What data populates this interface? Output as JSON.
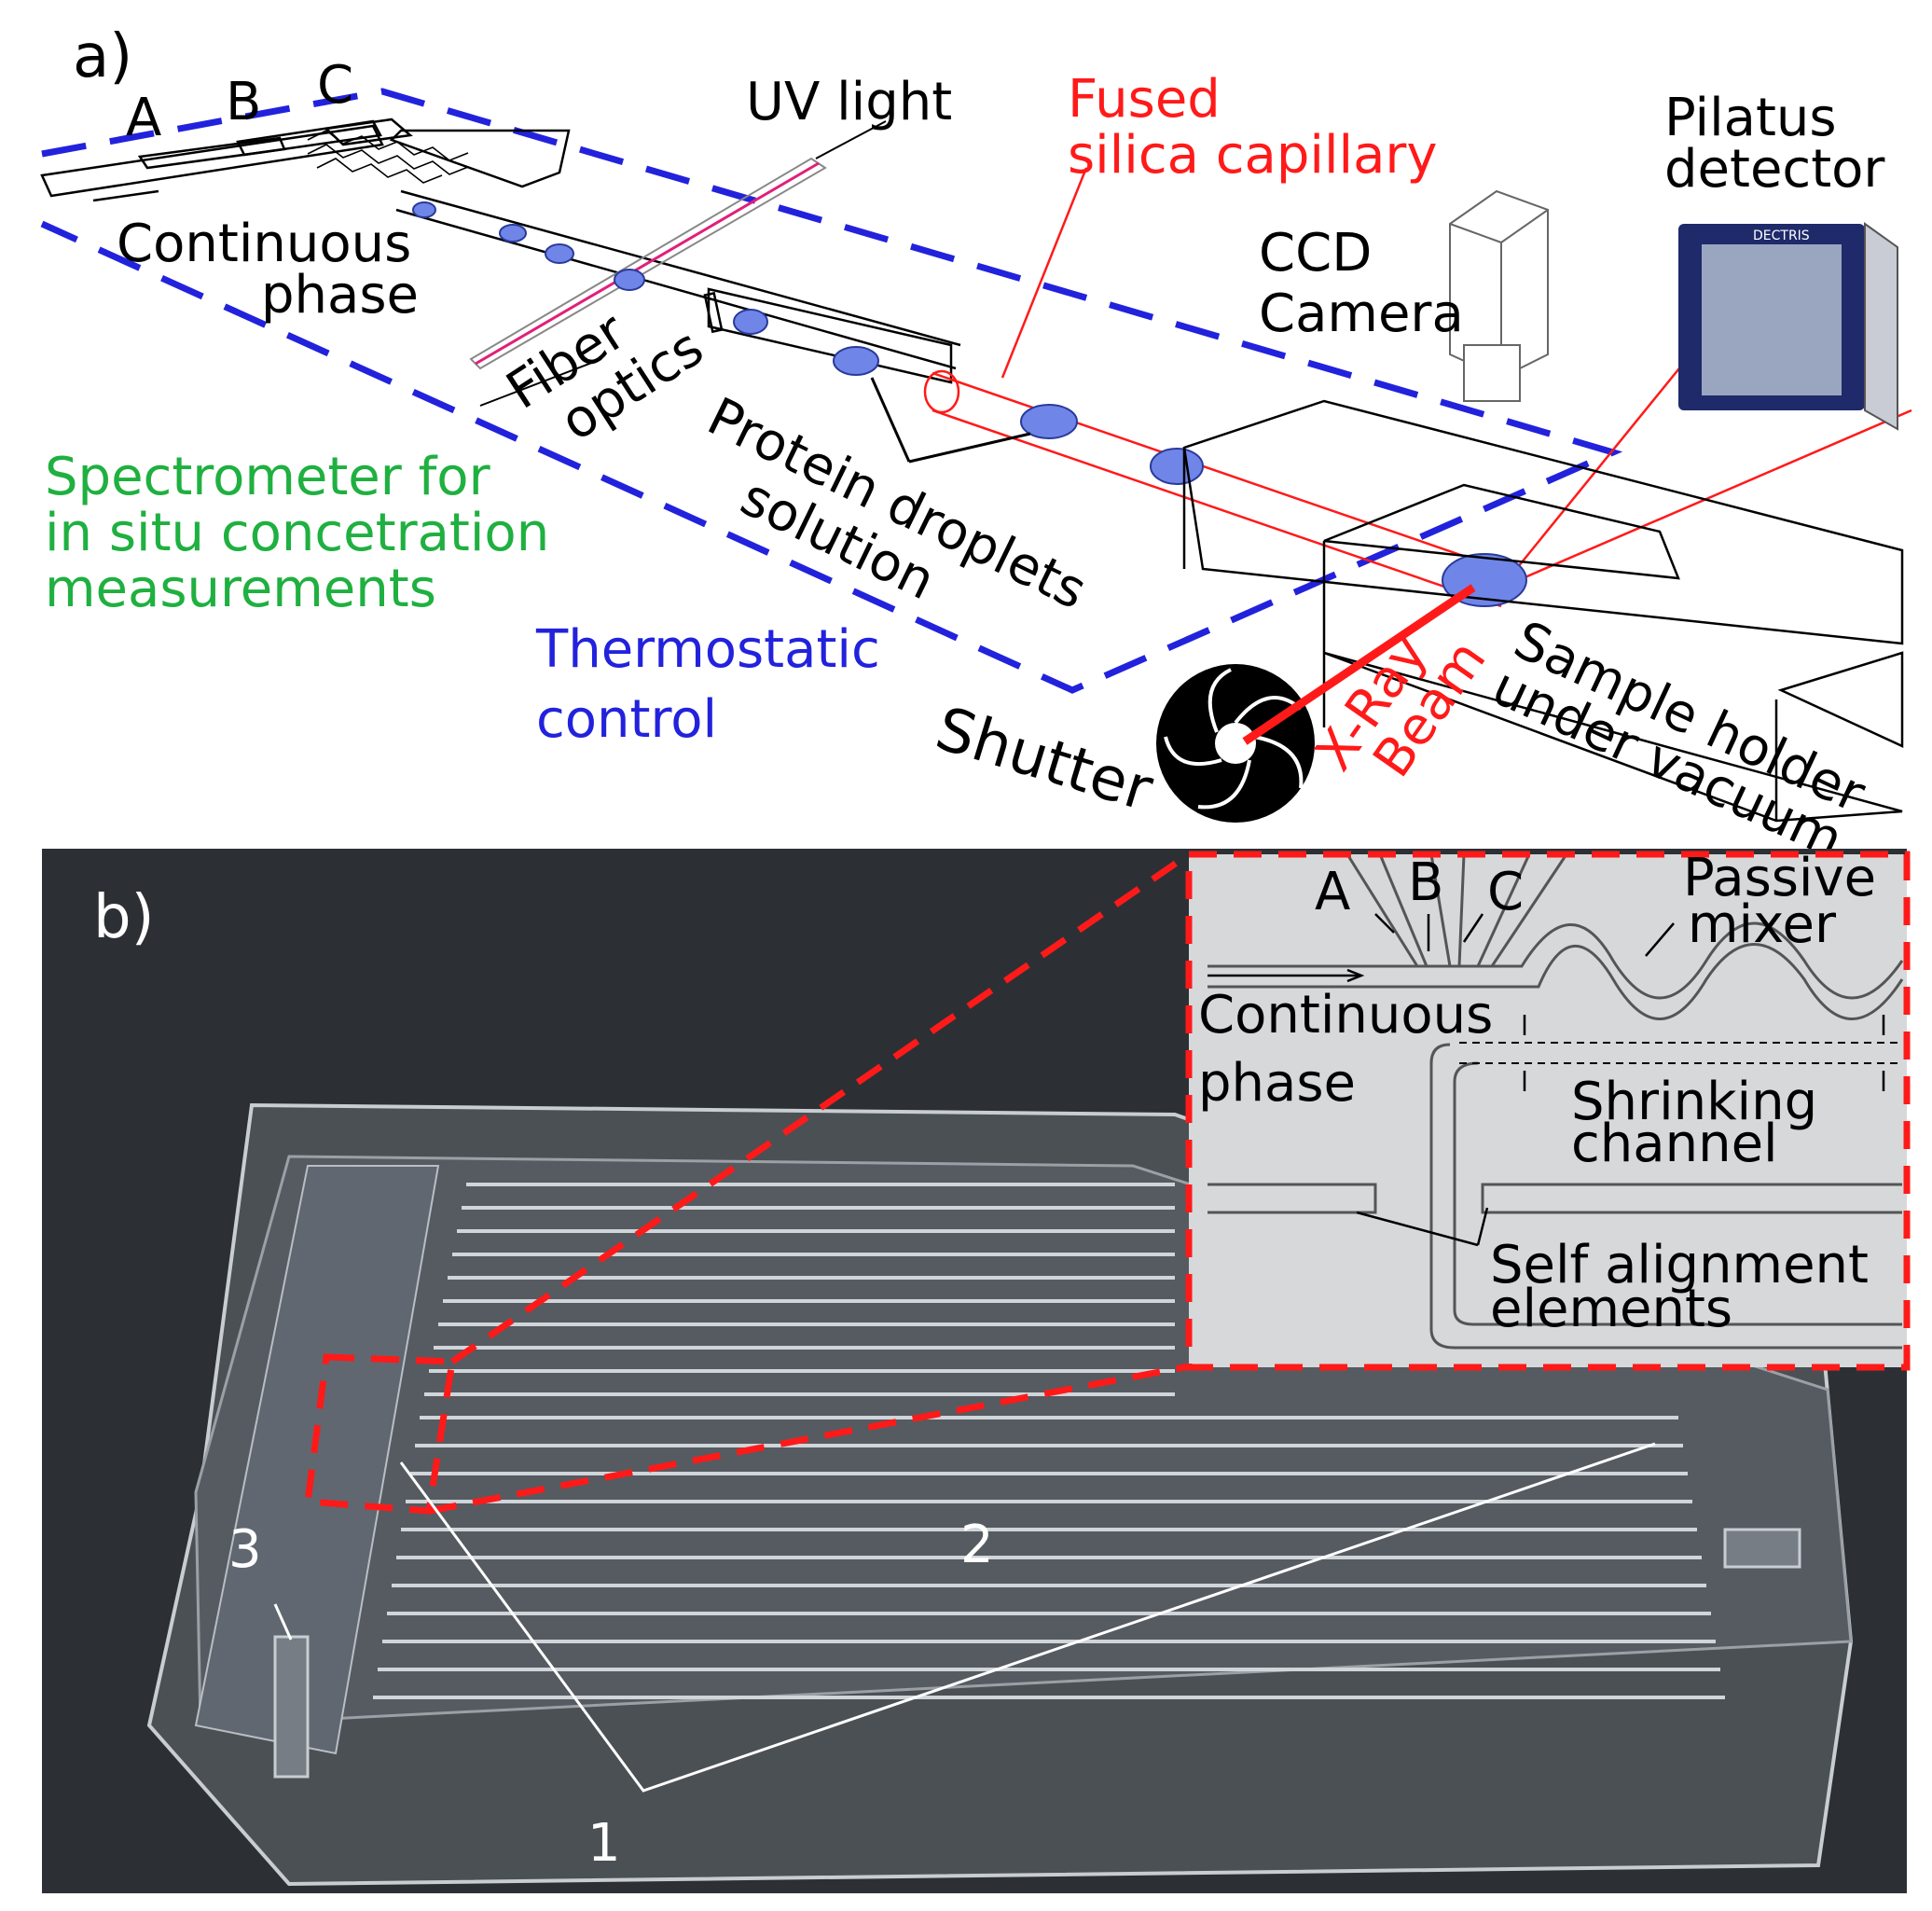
{
  "colors": {
    "thermostatic": "#2222dd",
    "capillary": "#ff1a1a",
    "spectrometer": "#1fb040",
    "uv_line": "#e0207a",
    "droplet": "#6f86e8",
    "photo_bg": "#2c3034"
  },
  "panel_a": {
    "tag": "a)",
    "inlet_a": "A",
    "inlet_b": "B",
    "inlet_c": "C",
    "continuous_phase": [
      "Continuous",
      "phase"
    ],
    "uv_light": "UV light",
    "fused_silica": [
      "Fused",
      "silica capillary"
    ],
    "pilatus": [
      "Pilatus",
      "detector"
    ],
    "detector_brand": "DECTRIS",
    "ccd": [
      "CCD",
      "Camera"
    ],
    "fiber_optics": [
      "Fiber",
      "optics"
    ],
    "protein": [
      "Protein droplets",
      "solution"
    ],
    "spectrometer": [
      "Spectrometer for",
      "in situ concetration",
      "measurements"
    ],
    "thermostatic": [
      "Thermostatic",
      "control"
    ],
    "shutter": "Shutter",
    "xray": [
      "X-Ray",
      "Beam"
    ],
    "sample_holder": [
      "Sample holder",
      "under vacuum"
    ]
  },
  "panel_b": {
    "tag": "b)",
    "inset": {
      "inlet_a": "A",
      "inlet_b": "B",
      "inlet_c": "C",
      "passive_mixer": [
        "Passive",
        "mixer"
      ],
      "continuous_phase": [
        "Continuous",
        "phase"
      ],
      "shrinking": [
        "Shrinking",
        "channel"
      ],
      "self_align": [
        "Self alignment",
        "elements"
      ]
    },
    "label_1": "1",
    "label_2": "2",
    "label_3": "3"
  }
}
